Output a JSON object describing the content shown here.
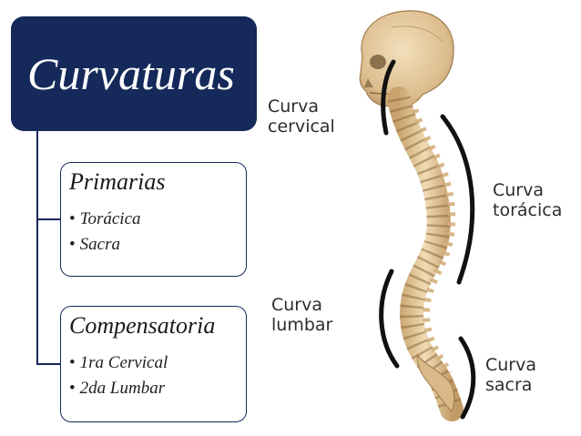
{
  "title": "Curvaturas",
  "cards": [
    {
      "title": "Primarias",
      "items": [
        "Torácica",
        "Sacra"
      ]
    },
    {
      "title": "Compensatoria",
      "items": [
        "1ra Cervical",
        "2da Lumbar"
      ]
    }
  ],
  "labels": {
    "cervical": {
      "line1": "Curva",
      "line2": "cervical"
    },
    "toracica": {
      "line1": "Curva",
      "line2": "torácica"
    },
    "lumbar": {
      "line1": "Curva",
      "line2": "lumbar"
    },
    "sacra": {
      "line1": "Curva",
      "line2": "sacra"
    }
  },
  "colors": {
    "title_bg": "#15295a",
    "bone": "#e2c79a",
    "bone_dark": "#b58f5c",
    "bracket": "#111111"
  }
}
